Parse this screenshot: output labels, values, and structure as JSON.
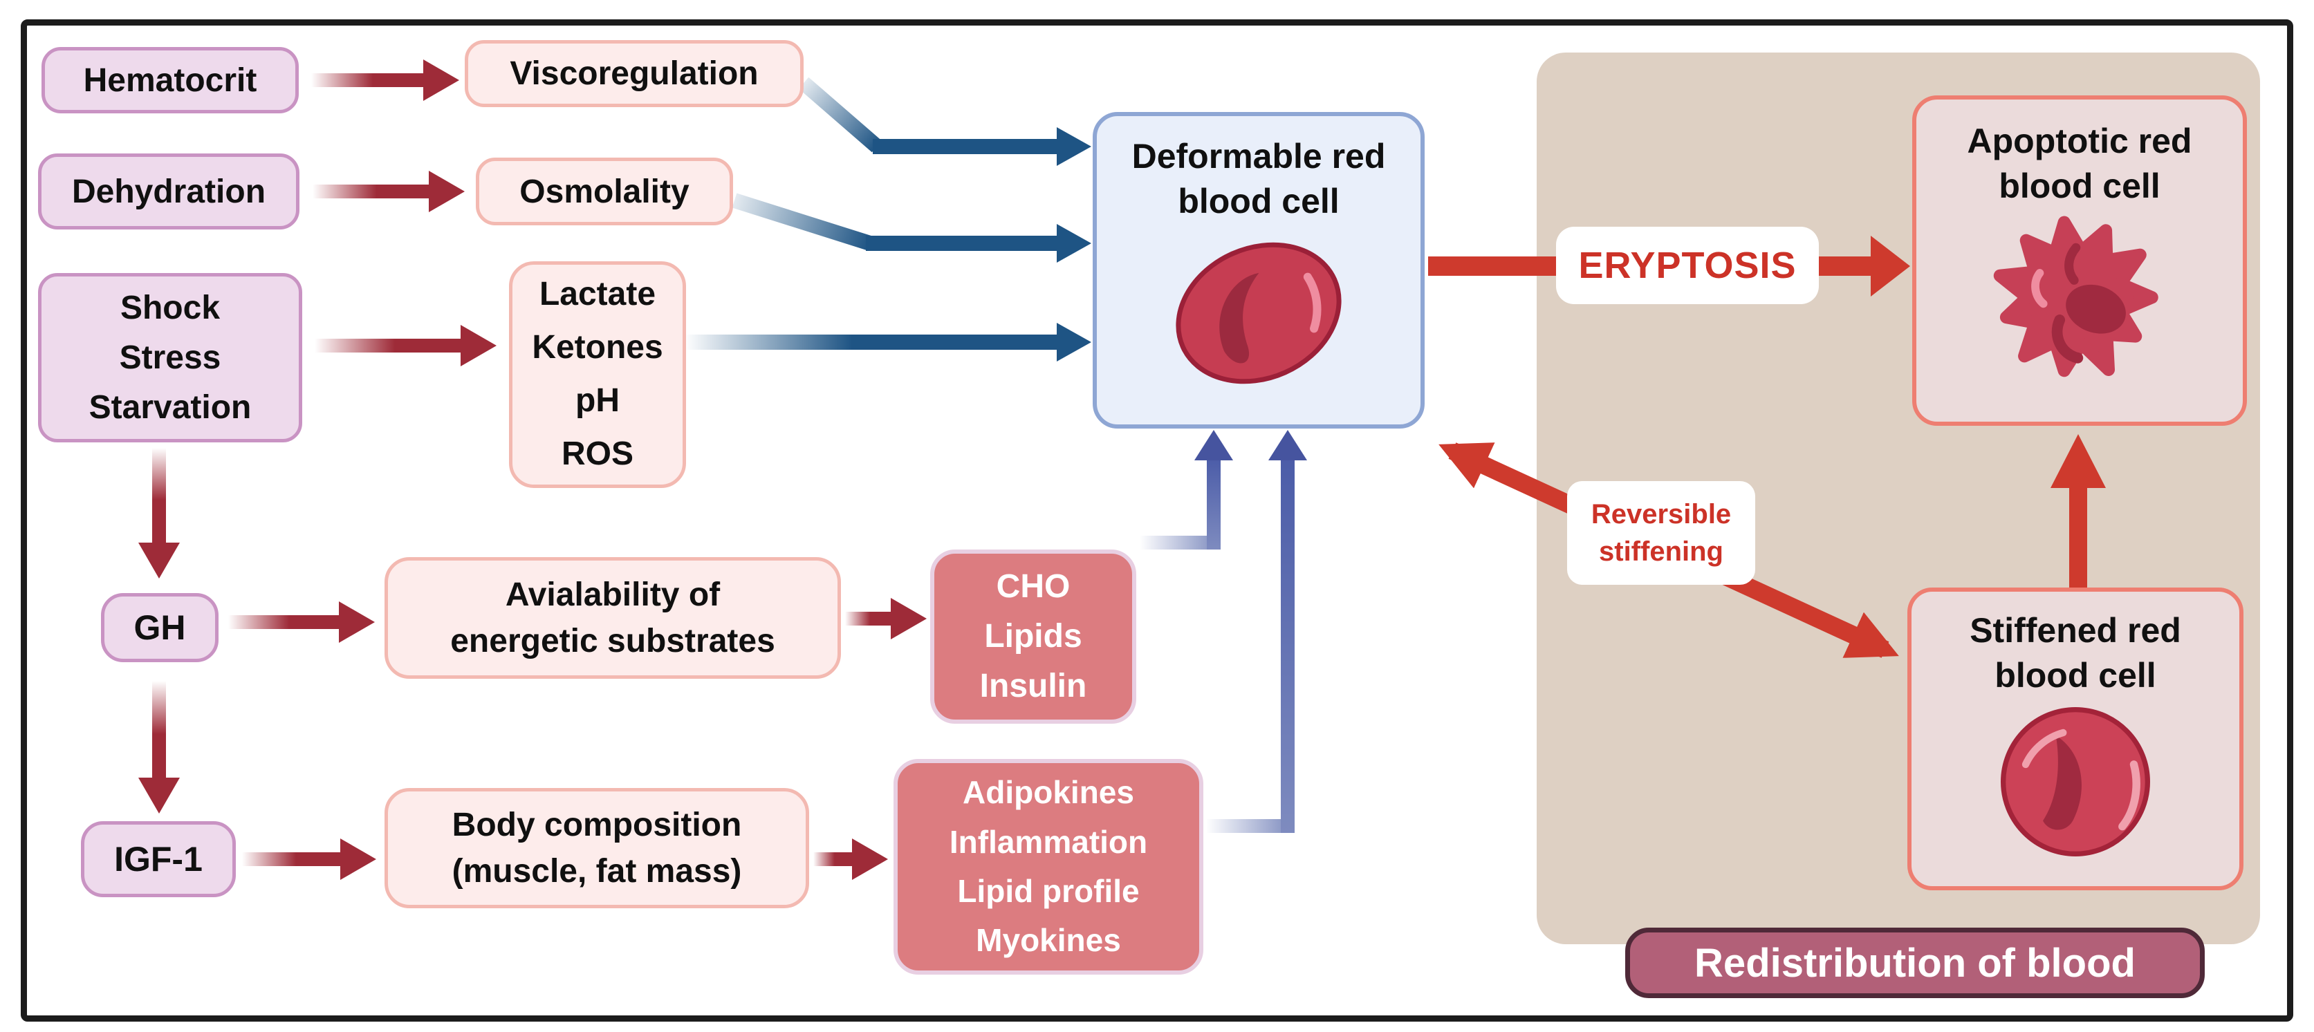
{
  "title": "Red blood cell deformability, eryptosis and redistribution of blood diagram",
  "nodes": {
    "hematocrit": {
      "label": "Hematocrit"
    },
    "dehydration": {
      "label": "Dehydration"
    },
    "shock": {
      "lines": [
        "Shock",
        "Stress",
        "Starvation"
      ]
    },
    "gh": {
      "label": "GH"
    },
    "igf1": {
      "label": "IGF-1"
    },
    "viscoregulation": {
      "label": "Viscoregulation"
    },
    "osmolality": {
      "label": "Osmolality"
    },
    "metabolites": {
      "lines": [
        "Lactate",
        "Ketones",
        "pH",
        "ROS"
      ]
    },
    "availability": {
      "lines": [
        "Avialability of",
        "energetic substrates"
      ]
    },
    "body_composition": {
      "lines": [
        "Body composition",
        "(muscle, fat mass)"
      ]
    },
    "cho": {
      "lines": [
        "CHO",
        "Lipids",
        "Insulin"
      ]
    },
    "adipokines": {
      "lines": [
        "Adipokines",
        "Inflammation",
        "Lipid profile",
        "Myokines"
      ]
    },
    "deformable_rbc": {
      "lines": [
        "Deformable red",
        "blood cell"
      ]
    },
    "apoptotic_rbc": {
      "lines": [
        "Apoptotic red",
        "blood cell"
      ]
    },
    "stiffened_rbc": {
      "lines": [
        "Stiffened red",
        "blood cell"
      ]
    }
  },
  "labels": {
    "eryptosis": "ERYPTOSIS",
    "reversible": {
      "lines": [
        "Reversible",
        "stiffening"
      ]
    },
    "redistribution": "Redistribution of blood"
  },
  "edges": [
    {
      "from": "Hematocrit",
      "to": "Viscoregulation",
      "style": "dark-red-arrow"
    },
    {
      "from": "Dehydration",
      "to": "Osmolality",
      "style": "dark-red-arrow"
    },
    {
      "from": "Shock Stress Starvation",
      "to": "Lactate Ketones pH ROS",
      "style": "dark-red-arrow"
    },
    {
      "from": "Shock Stress Starvation",
      "to": "GH",
      "style": "dark-red-arrow"
    },
    {
      "from": "GH",
      "to": "IGF-1",
      "style": "dark-red-arrow"
    },
    {
      "from": "GH",
      "to": "Avialability of energetic substrates",
      "style": "dark-red-arrow"
    },
    {
      "from": "Avialability of energetic substrates",
      "to": "CHO Lipids Insulin",
      "style": "dark-red-arrow"
    },
    {
      "from": "IGF-1",
      "to": "Body composition (muscle, fat mass)",
      "style": "dark-red-arrow"
    },
    {
      "from": "Body composition (muscle, fat mass)",
      "to": "Adipokines Inflammation Lipid profile Myokines",
      "style": "dark-red-arrow"
    },
    {
      "from": "Viscoregulation",
      "to": "Deformable red blood cell",
      "style": "dark-blue-arrow"
    },
    {
      "from": "Osmolality",
      "to": "Deformable red blood cell",
      "style": "dark-blue-arrow"
    },
    {
      "from": "Lactate Ketones pH ROS",
      "to": "Deformable red blood cell",
      "style": "dark-blue-arrow"
    },
    {
      "from": "CHO Lipids Insulin",
      "to": "Deformable red blood cell",
      "style": "purple-blue-elbow-arrow"
    },
    {
      "from": "Adipokines Inflammation Lipid profile Myokines",
      "to": "Deformable red blood cell",
      "style": "purple-blue-elbow-arrow"
    },
    {
      "from": "Deformable red blood cell",
      "to": "Apoptotic red blood cell",
      "label": "ERYPTOSIS",
      "style": "bright-red-arrow"
    },
    {
      "from": "Deformable red blood cell",
      "to": "Stiffened red blood cell",
      "label": "Reversible stiffening",
      "style": "bright-red-double-arrow"
    },
    {
      "from": "Stiffened red blood cell",
      "to": "Apoptotic red blood cell",
      "style": "bright-red-arrow"
    }
  ],
  "colors": {
    "purple_box_fill": "#eedaec",
    "purple_box_border": "#c993c3",
    "pink_box_fill": "#fdeceb",
    "pink_box_border": "#f3b9b1",
    "rose_box_fill": "#dc7c80",
    "rose_box_border": "#e8cfe2",
    "blue_box_fill": "#e9effa",
    "blue_box_border": "#8ea6d4",
    "outline_box_fill": "#ebdbdb",
    "outline_box_border": "#ee7e71",
    "tan_panel": "#ded0c3",
    "dark_red_arrow": "#9e2b38",
    "bright_red_arrow": "#ce3a2d",
    "dark_blue_arrow": "#1e5484",
    "purple_blue_arrow": "#5b6cae",
    "red_label_text": "#cc3227",
    "redistribution_fill": "#b26078",
    "redistribution_border": "#4f2938",
    "frame_border": "#1c1c1c"
  }
}
